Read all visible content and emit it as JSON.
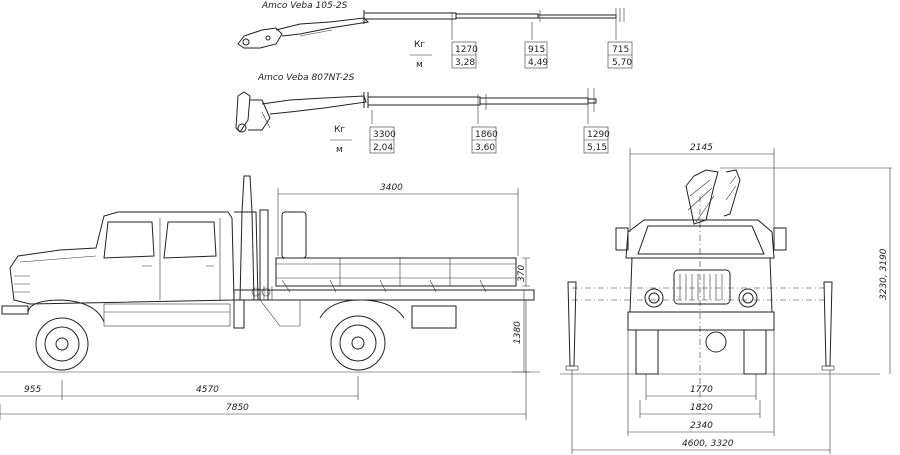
{
  "crane_top": {
    "model": "Amco Veba  105-2S",
    "unit_load": "Кг",
    "unit_reach": "м",
    "loads": [
      "1270",
      "915",
      "715"
    ],
    "reaches": [
      "3,28",
      "4,49",
      "5,70"
    ]
  },
  "crane_bottom": {
    "model": "Amco Veba 807NT-2S",
    "unit_load": "Кг",
    "unit_reach": "м",
    "loads": [
      "3300",
      "1860",
      "1290"
    ],
    "reaches": [
      "2,04",
      "3,60",
      "5,15"
    ]
  },
  "side_view": {
    "body_length": "3400",
    "side_height": "370",
    "platform_height": "1380",
    "front_overhang": "955",
    "wheelbase": "4570",
    "overall_length": "7850"
  },
  "front_view": {
    "top_width": "2145",
    "height": "3230, 3190",
    "track_1770": "1770",
    "track_1820": "1820",
    "width_2340": "2340",
    "outrigger_span": "4600, 3320"
  }
}
